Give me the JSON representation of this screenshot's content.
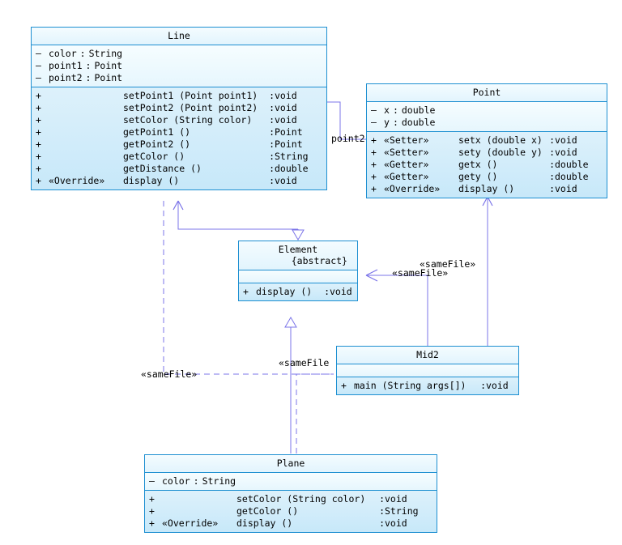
{
  "diagram": {
    "type": "uml-class-diagram",
    "accent_border": "#1d8fd1",
    "edge_color": "#7b74e8",
    "fill_top": "#f2fbff",
    "fill_bottom": "#bfe4f8"
  },
  "classes": {
    "line": {
      "name": "Line",
      "attributes": [
        {
          "vis": "–",
          "name": "color",
          "colon": ":",
          "type": "String"
        },
        {
          "vis": "–",
          "name": "point1",
          "colon": ":",
          "type": "Point"
        },
        {
          "vis": "–",
          "name": "point2",
          "colon": ":",
          "type": "Point"
        }
      ],
      "operations": [
        {
          "vis": "+",
          "stereotype": "",
          "signature": "setPoint1 (Point point1)",
          "colon": ":",
          "return": "void"
        },
        {
          "vis": "+",
          "stereotype": "",
          "signature": "setPoint2 (Point point2)",
          "colon": ":",
          "return": "void"
        },
        {
          "vis": "+",
          "stereotype": "",
          "signature": "setColor (String color)",
          "colon": ":",
          "return": "void"
        },
        {
          "vis": "+",
          "stereotype": "",
          "signature": "getPoint1 ()",
          "colon": ":",
          "return": "Point"
        },
        {
          "vis": "+",
          "stereotype": "",
          "signature": "getPoint2 ()",
          "colon": ":",
          "return": "Point"
        },
        {
          "vis": "+",
          "stereotype": "",
          "signature": "getColor ()",
          "colon": ":",
          "return": "String"
        },
        {
          "vis": "+",
          "stereotype": "",
          "signature": "getDistance ()",
          "colon": ":",
          "return": "double"
        },
        {
          "vis": "+",
          "stereotype": "«Override»",
          "signature": "display ()",
          "colon": ":",
          "return": "void"
        }
      ]
    },
    "point": {
      "name": "Point",
      "attributes": [
        {
          "vis": "–",
          "name": "x",
          "colon": ":",
          "type": "double"
        },
        {
          "vis": "–",
          "name": "y",
          "colon": ":",
          "type": "double"
        }
      ],
      "operations": [
        {
          "vis": "+",
          "stereotype": "«Setter»",
          "signature": "setx (double x)",
          "colon": ":",
          "return": "void"
        },
        {
          "vis": "+",
          "stereotype": "«Setter»",
          "signature": "sety (double y)",
          "colon": ":",
          "return": "void"
        },
        {
          "vis": "+",
          "stereotype": "«Getter»",
          "signature": "getx ()",
          "colon": ":",
          "return": "double"
        },
        {
          "vis": "+",
          "stereotype": "«Getter»",
          "signature": "gety ()",
          "colon": ":",
          "return": "double"
        },
        {
          "vis": "+",
          "stereotype": "«Override»",
          "signature": "display ()",
          "colon": ":",
          "return": "void"
        }
      ]
    },
    "element": {
      "name": "Element",
      "modifier": "{abstract}",
      "attributes": [],
      "operations": [
        {
          "vis": "+",
          "stereotype": "",
          "signature": "display ()",
          "colon": ":",
          "return": "void"
        }
      ]
    },
    "mid2": {
      "name": "Mid2",
      "attributes": [],
      "operations": [
        {
          "vis": "+",
          "stereotype": "",
          "signature": "main (String args[])",
          "colon": ":",
          "return": "void"
        }
      ]
    },
    "plane": {
      "name": "Plane",
      "attributes": [
        {
          "vis": "–",
          "name": "color",
          "colon": ":",
          "type": "String"
        }
      ],
      "operations": [
        {
          "vis": "+",
          "stereotype": "",
          "signature": "setColor (String color)",
          "colon": ":",
          "return": "void"
        },
        {
          "vis": "+",
          "stereotype": "",
          "signature": "getColor ()",
          "colon": ":",
          "return": "String"
        },
        {
          "vis": "+",
          "stereotype": "«Override»",
          "signature": "display ()",
          "colon": ":",
          "return": "void"
        }
      ]
    }
  },
  "edge_labels": {
    "point2": "point2",
    "same_file_element_right": "«sameFile»",
    "same_file_point_mid2": "«sameFile»",
    "same_file_mid2_left": "«sameFile",
    "same_file_plane_left": "«sameFile»"
  }
}
